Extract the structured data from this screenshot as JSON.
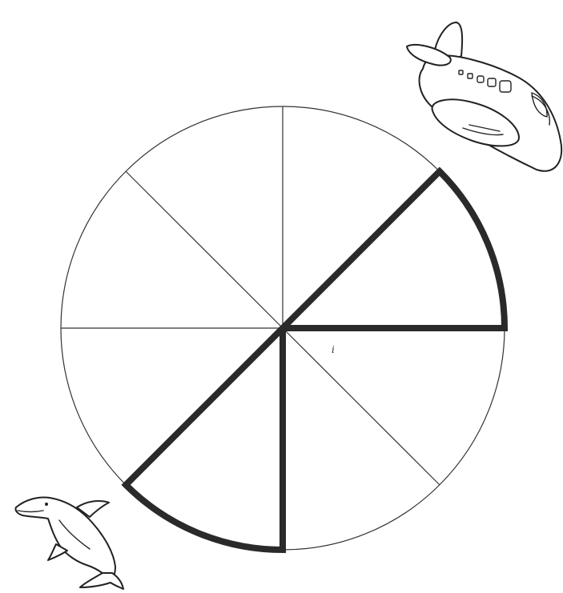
{
  "diagram": {
    "circle_sections": 8,
    "highlighted_sections": [
      {
        "from_deg": 0,
        "to_deg": 45
      },
      {
        "from_deg": 225,
        "to_deg": 270
      }
    ],
    "center_mark": "i",
    "colors": {
      "ink": "#222222",
      "highlight": "#2a2a2a",
      "background": "#ffffff"
    },
    "icons": [
      "airplane-icon",
      "dolphin-icon"
    ]
  }
}
